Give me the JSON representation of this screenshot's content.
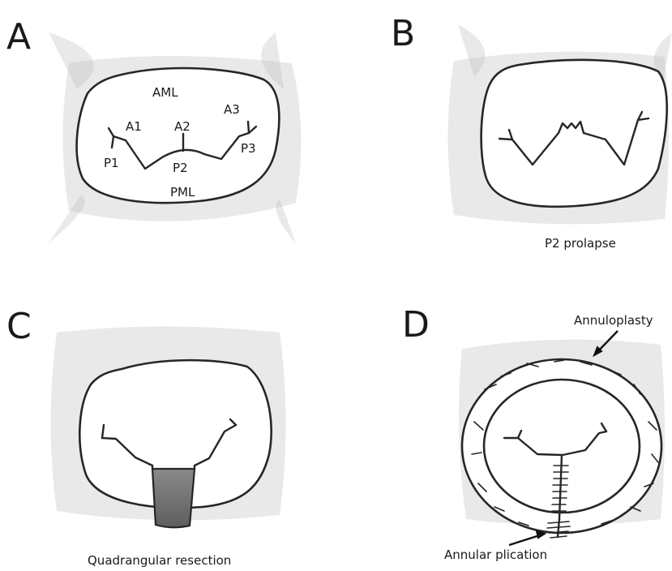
{
  "panels": {
    "a": {
      "letter": "A",
      "labels": {
        "aml": "AML",
        "pml": "PML",
        "a1": "A1",
        "a2": "A2",
        "a3": "A3",
        "p1": "P1",
        "p2": "P2",
        "p3": "P3"
      }
    },
    "b": {
      "letter": "B",
      "caption": "P2 prolapse"
    },
    "c": {
      "letter": "C",
      "caption": "Quadrangular resection"
    },
    "d": {
      "letter": "D",
      "annuloplasty_label": "Annuloplasty",
      "plication_label": "Annular plication"
    }
  },
  "colors": {
    "line": "#262626",
    "background": "#ffffff",
    "resection_fill": "#7a7a7a"
  }
}
